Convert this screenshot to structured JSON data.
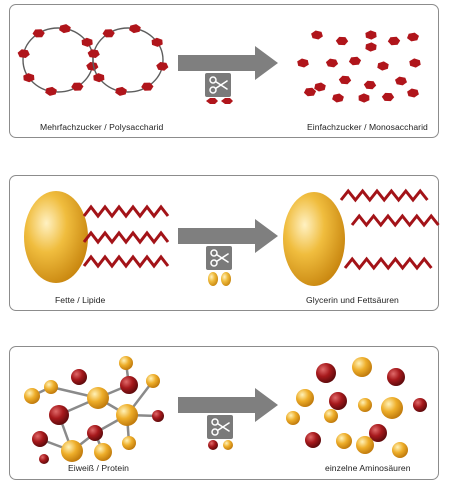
{
  "colors": {
    "panel_border": "#8c8c8c",
    "arrow": "#7f7f7f",
    "scissors_box": "#7a7a7a",
    "sugar_red": "#b0151b",
    "chain_line": "#5e5e5e",
    "fat_yellow": "#e2a21e",
    "amino_red": "#9d1418",
    "amino_yellow": "#e8a420"
  },
  "icons": {
    "arrow": "right-arrow-icon",
    "scissors": "scissors-icon"
  },
  "panels": [
    {
      "left_label": "Mehrfachzucker / Polysaccharid",
      "right_label": "Einfachzucker / Monosaccharid"
    },
    {
      "left_label": "Fette / Lipide",
      "right_label": "Glycerin und Fettsäuren"
    },
    {
      "left_label": "Eiweiß / Protein",
      "right_label": "einzelne Aminosäuren"
    }
  ]
}
